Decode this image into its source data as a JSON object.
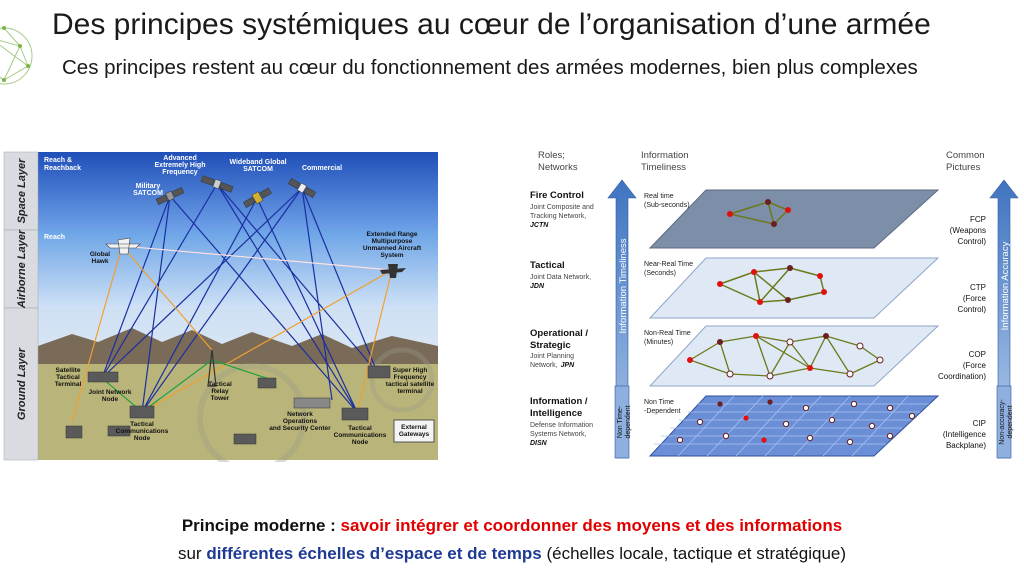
{
  "slide": {
    "title": "Des principes systémiques au cœur de l’organisation d’une armée",
    "subtitle": "Ces principes restent au cœur du fonctionnement des armées modernes, bien plus complexes",
    "footer": {
      "line1_lead": "Principe moderne : ",
      "line1_emphasis": "savoir intégrer et coordonner des moyens et des informations",
      "line2_lead": "sur ",
      "line2_emphasis": "différentes échelles d’espace et de temps",
      "line2_tail": " (échelles locale, tactique et stratégique)"
    }
  },
  "left_diagram": {
    "layers": {
      "space": "Space Layer",
      "airborne": "Airborne Layer",
      "ground": "Ground Layer"
    },
    "labels": {
      "reach_reachback": [
        "Reach &",
        "Reachback"
      ],
      "reach": "Reach",
      "advanced": [
        "Advanced",
        "Extremely High",
        "Frequency"
      ],
      "wideband": [
        "Wideband Global",
        "SATCOM"
      ],
      "commercial": "Commercial",
      "military": [
        "Military",
        "SATCOM"
      ],
      "global_hawk": [
        "Global",
        "Hawk"
      ],
      "extended_range": [
        "Extended Range",
        "Multipurpose",
        "Unmanned Aircraft",
        "System"
      ],
      "satellite_terminal": [
        "Satellite",
        "Tactical",
        "Terminal"
      ],
      "joint_network_node": [
        "Joint Network",
        "Node"
      ],
      "relay_tower": [
        "Tactical",
        "Relay",
        "Tower"
      ],
      "tcn_left": [
        "Tactical",
        "Communications",
        "Node"
      ],
      "noc": [
        "Network",
        "Operations",
        "and Security Center"
      ],
      "tcn_right": [
        "Tactical",
        "Communications",
        "Node"
      ],
      "shf": [
        "Super High",
        "Frequency",
        "tactical satellite",
        "terminal"
      ],
      "external_gateways": [
        "External",
        "Gateways"
      ]
    }
  },
  "right_diagram": {
    "headers": {
      "roles": [
        "Roles;",
        "Networks"
      ],
      "timeliness": [
        "Information",
        "Timeliness"
      ],
      "pictures": [
        "Common",
        "Pictures"
      ]
    },
    "left_arrow_label": "Information Timeliness",
    "right_arrow_label": "Information Accuracy",
    "left_arrow_bottom": [
      "Non Time-",
      "dependent"
    ],
    "right_arrow_bottom": [
      "Non-accuracy-",
      "dependent"
    ],
    "levels": [
      {
        "role": "Fire Control",
        "network": [
          "Joint Composite and",
          "Tracking Network,"
        ],
        "acronym": "JCTN",
        "time": [
          "Real time",
          "(Sub-seconds)"
        ],
        "picture": [
          "FCP",
          "(Weapons",
          "Control)"
        ]
      },
      {
        "role": "Tactical",
        "network": [
          "Joint Data Network,"
        ],
        "acronym": "JDN",
        "time": [
          "Near-Real Time",
          "(Seconds)"
        ],
        "picture": [
          "CTP",
          "(Force",
          "Control)"
        ]
      },
      {
        "role": "Operational /",
        "role2": "Strategic",
        "network": [
          "Joint Planning",
          "Network,"
        ],
        "acronym": "JPN",
        "time": [
          "Non-Real Time",
          "(Minutes)"
        ],
        "picture": [
          "COP",
          "(Force",
          "Coordination)"
        ]
      },
      {
        "role": "Information /",
        "role2": "Intelligence",
        "network": [
          "Defense Information",
          "Systems Network,"
        ],
        "acronym": "DISN",
        "time": [
          "Non Time",
          "-Dependent"
        ],
        "picture": [
          "CIP",
          "(Intelligence",
          "Backplane)"
        ]
      }
    ],
    "colors": {
      "arrow": "#4a7fc1",
      "plane_top": "#7f8fa6",
      "node_red": "#e01010",
      "node_dark": "#6b1f1f",
      "edge": "#6b7a1a"
    }
  }
}
